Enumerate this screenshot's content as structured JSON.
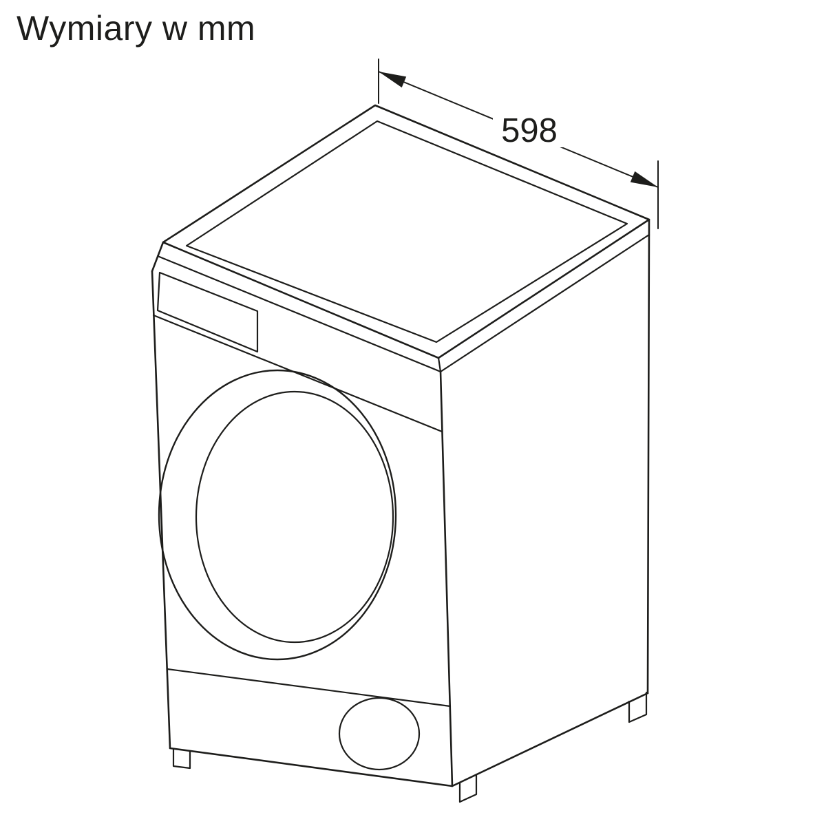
{
  "title": "Wymiary w mm",
  "dimension": {
    "width_label": "598"
  },
  "style": {
    "line_color": "#1d1d1b",
    "background": "#ffffff"
  },
  "illustration": {
    "alt": "Isometric technical line drawing of a tumble dryer with top width dimension"
  }
}
